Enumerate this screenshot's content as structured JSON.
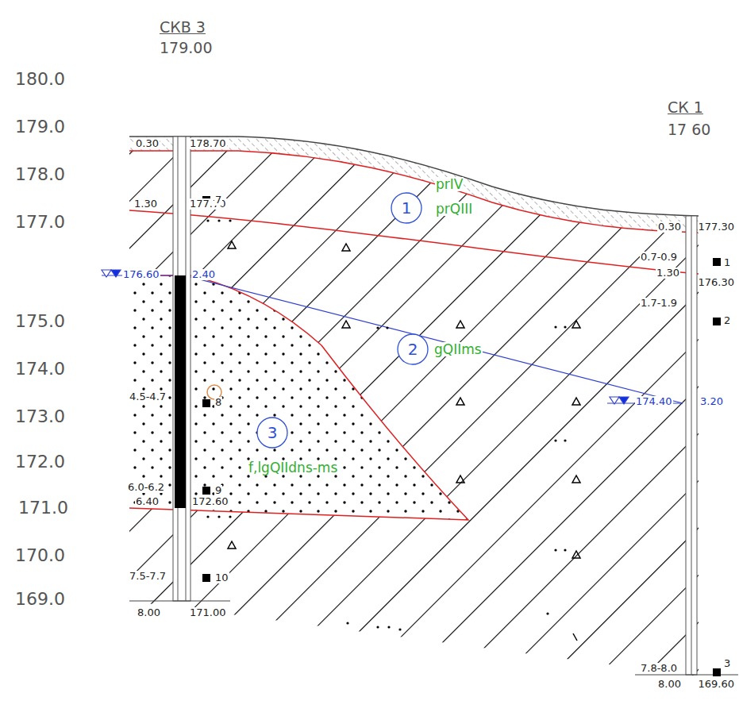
{
  "diagram": {
    "nodes": [
      {
        "text": [
          "1"
        ]
      },
      {
        "text": [
          "2"
        ]
      },
      {
        "text": [
          "3"
        ]
      }
    ],
    "labels": [
      "180.0",
      "179.0",
      "178.0",
      "177.0",
      "175.0",
      "174.0",
      "173.0",
      "172.0",
      "171.0",
      "170.0",
      "169.0",
      "СКВ 3",
      "179.00",
      "СК 1",
      "17 60",
      "0.30",
      "178.70",
      "1.30",
      "177.70",
      "176.60",
      "2.40",
      "4.5-4.7",
      "8",
      "6.0-6.2",
      "6.40",
      "172.60",
      "7.5-7.7",
      "10",
      "7",
      "9",
      "8.00",
      "171.00",
      "0.30",
      "177.30",
      "0.7-0.9",
      "1",
      "1.30",
      "176.30",
      "1.7-1.9",
      "2",
      "174.40",
      "3.20",
      "7.8-8.0",
      "3",
      "8.00",
      "169.60",
      "prIV",
      "prQIII",
      "gQIIms",
      "f,lgQIIdns-ms"
    ]
  }
}
